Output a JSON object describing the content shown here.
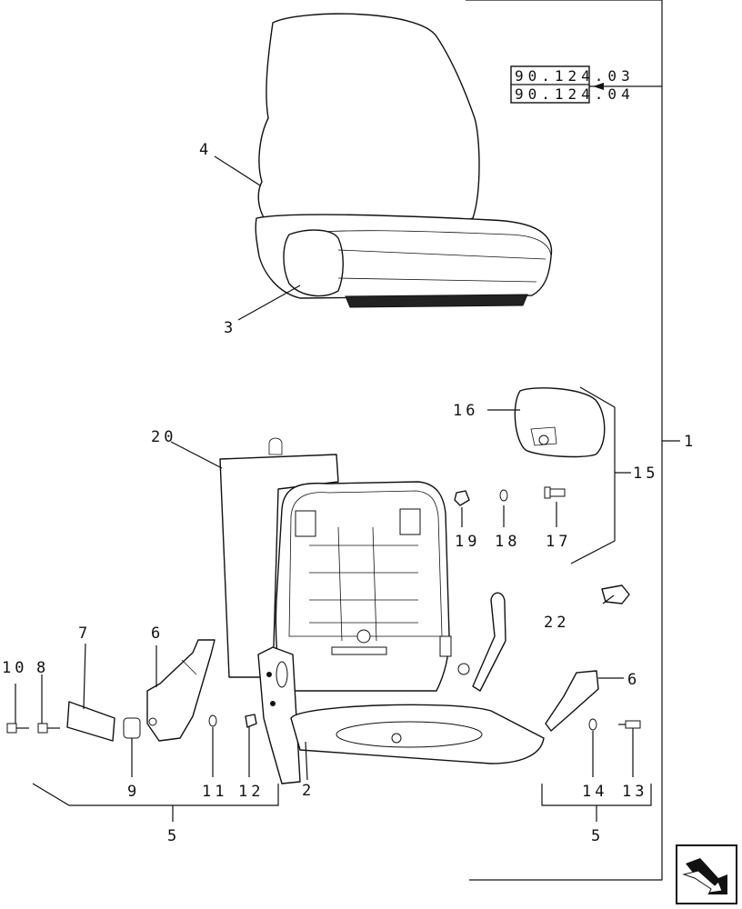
{
  "diagram": {
    "refs": [
      "90.124.03",
      "90.124.04"
    ],
    "callouts": {
      "c1": "1",
      "c2": "2",
      "c3": "3",
      "c4": "4",
      "c5a": "5",
      "c5b": "5",
      "c6a": "6",
      "c6b": "6",
      "c7": "7",
      "c8": "8",
      "c9": "9",
      "c10": "10",
      "c11": "11",
      "c12": "12",
      "c13": "13",
      "c14": "14",
      "c15": "15",
      "c16": "16",
      "c17": "17",
      "c18": "18",
      "c19": "19",
      "c20": "20",
      "c22": "22"
    },
    "nav_icon": "next-page-arrow-icon"
  }
}
